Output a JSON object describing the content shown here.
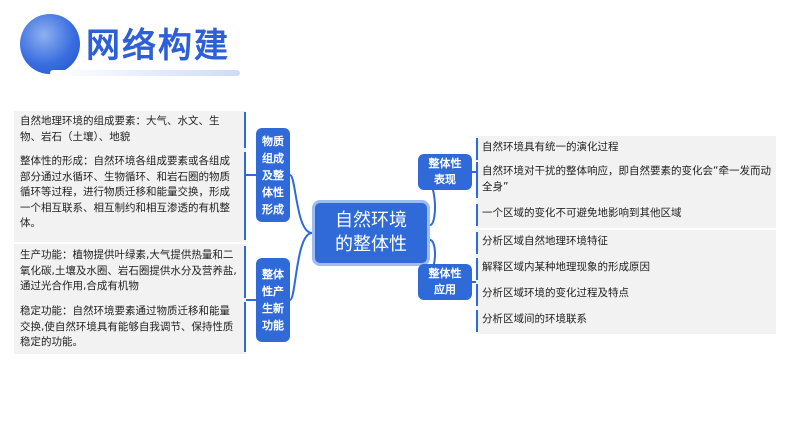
{
  "header": {
    "title": "网络构建"
  },
  "center": {
    "label": "自然环境\n的整体性"
  },
  "left": {
    "branch1": {
      "label": "物质\n组成\n及整\n体性\n形成",
      "items": [
        "自然地理环境的组成要素：大气、水文、生物、岩石（土壤）、地貌",
        "整体性的形成：自然环境各组成要素或各组成部分通过水循环、生物循环、和岩石圈的物质循环等过程，进行物质迁移和能量交换，形成一个相互联系、相互制约和相互渗透的有机整体。"
      ]
    },
    "branch2": {
      "label": "整体\n性产\n生新\n功能",
      "items": [
        "生产功能：植物提供叶绿素,大气提供热量和二氧化碳,土壤及水圈、岩石圈提供水分及营养盐,通过光合作用,合成有机物",
        "稳定功能：自然环境要素通过物质迁移和能量交换,使自然环境具有能够自我调节、保持性质稳定的功能。"
      ]
    }
  },
  "right": {
    "branch1": {
      "label": "整体性\n表现",
      "items": [
        "自然环境具有统一的演化过程",
        "自然环境对干扰的整体响应，即自然要素的变化会“牵一发而动全身”",
        "一个区域的变化不可避免地影响到其他区域"
      ]
    },
    "branch2": {
      "label": "整体性\n应用",
      "items": [
        "分析区域自然地理环境特征",
        "解释区域内某种地理现象的形成原因",
        "分析区域环境的变化过程及特点",
        "分析区域间的环境联系"
      ]
    }
  },
  "colors": {
    "accent": "#2f6ad8",
    "panel": "#f2f2f2",
    "title": "#2d5fd6"
  }
}
